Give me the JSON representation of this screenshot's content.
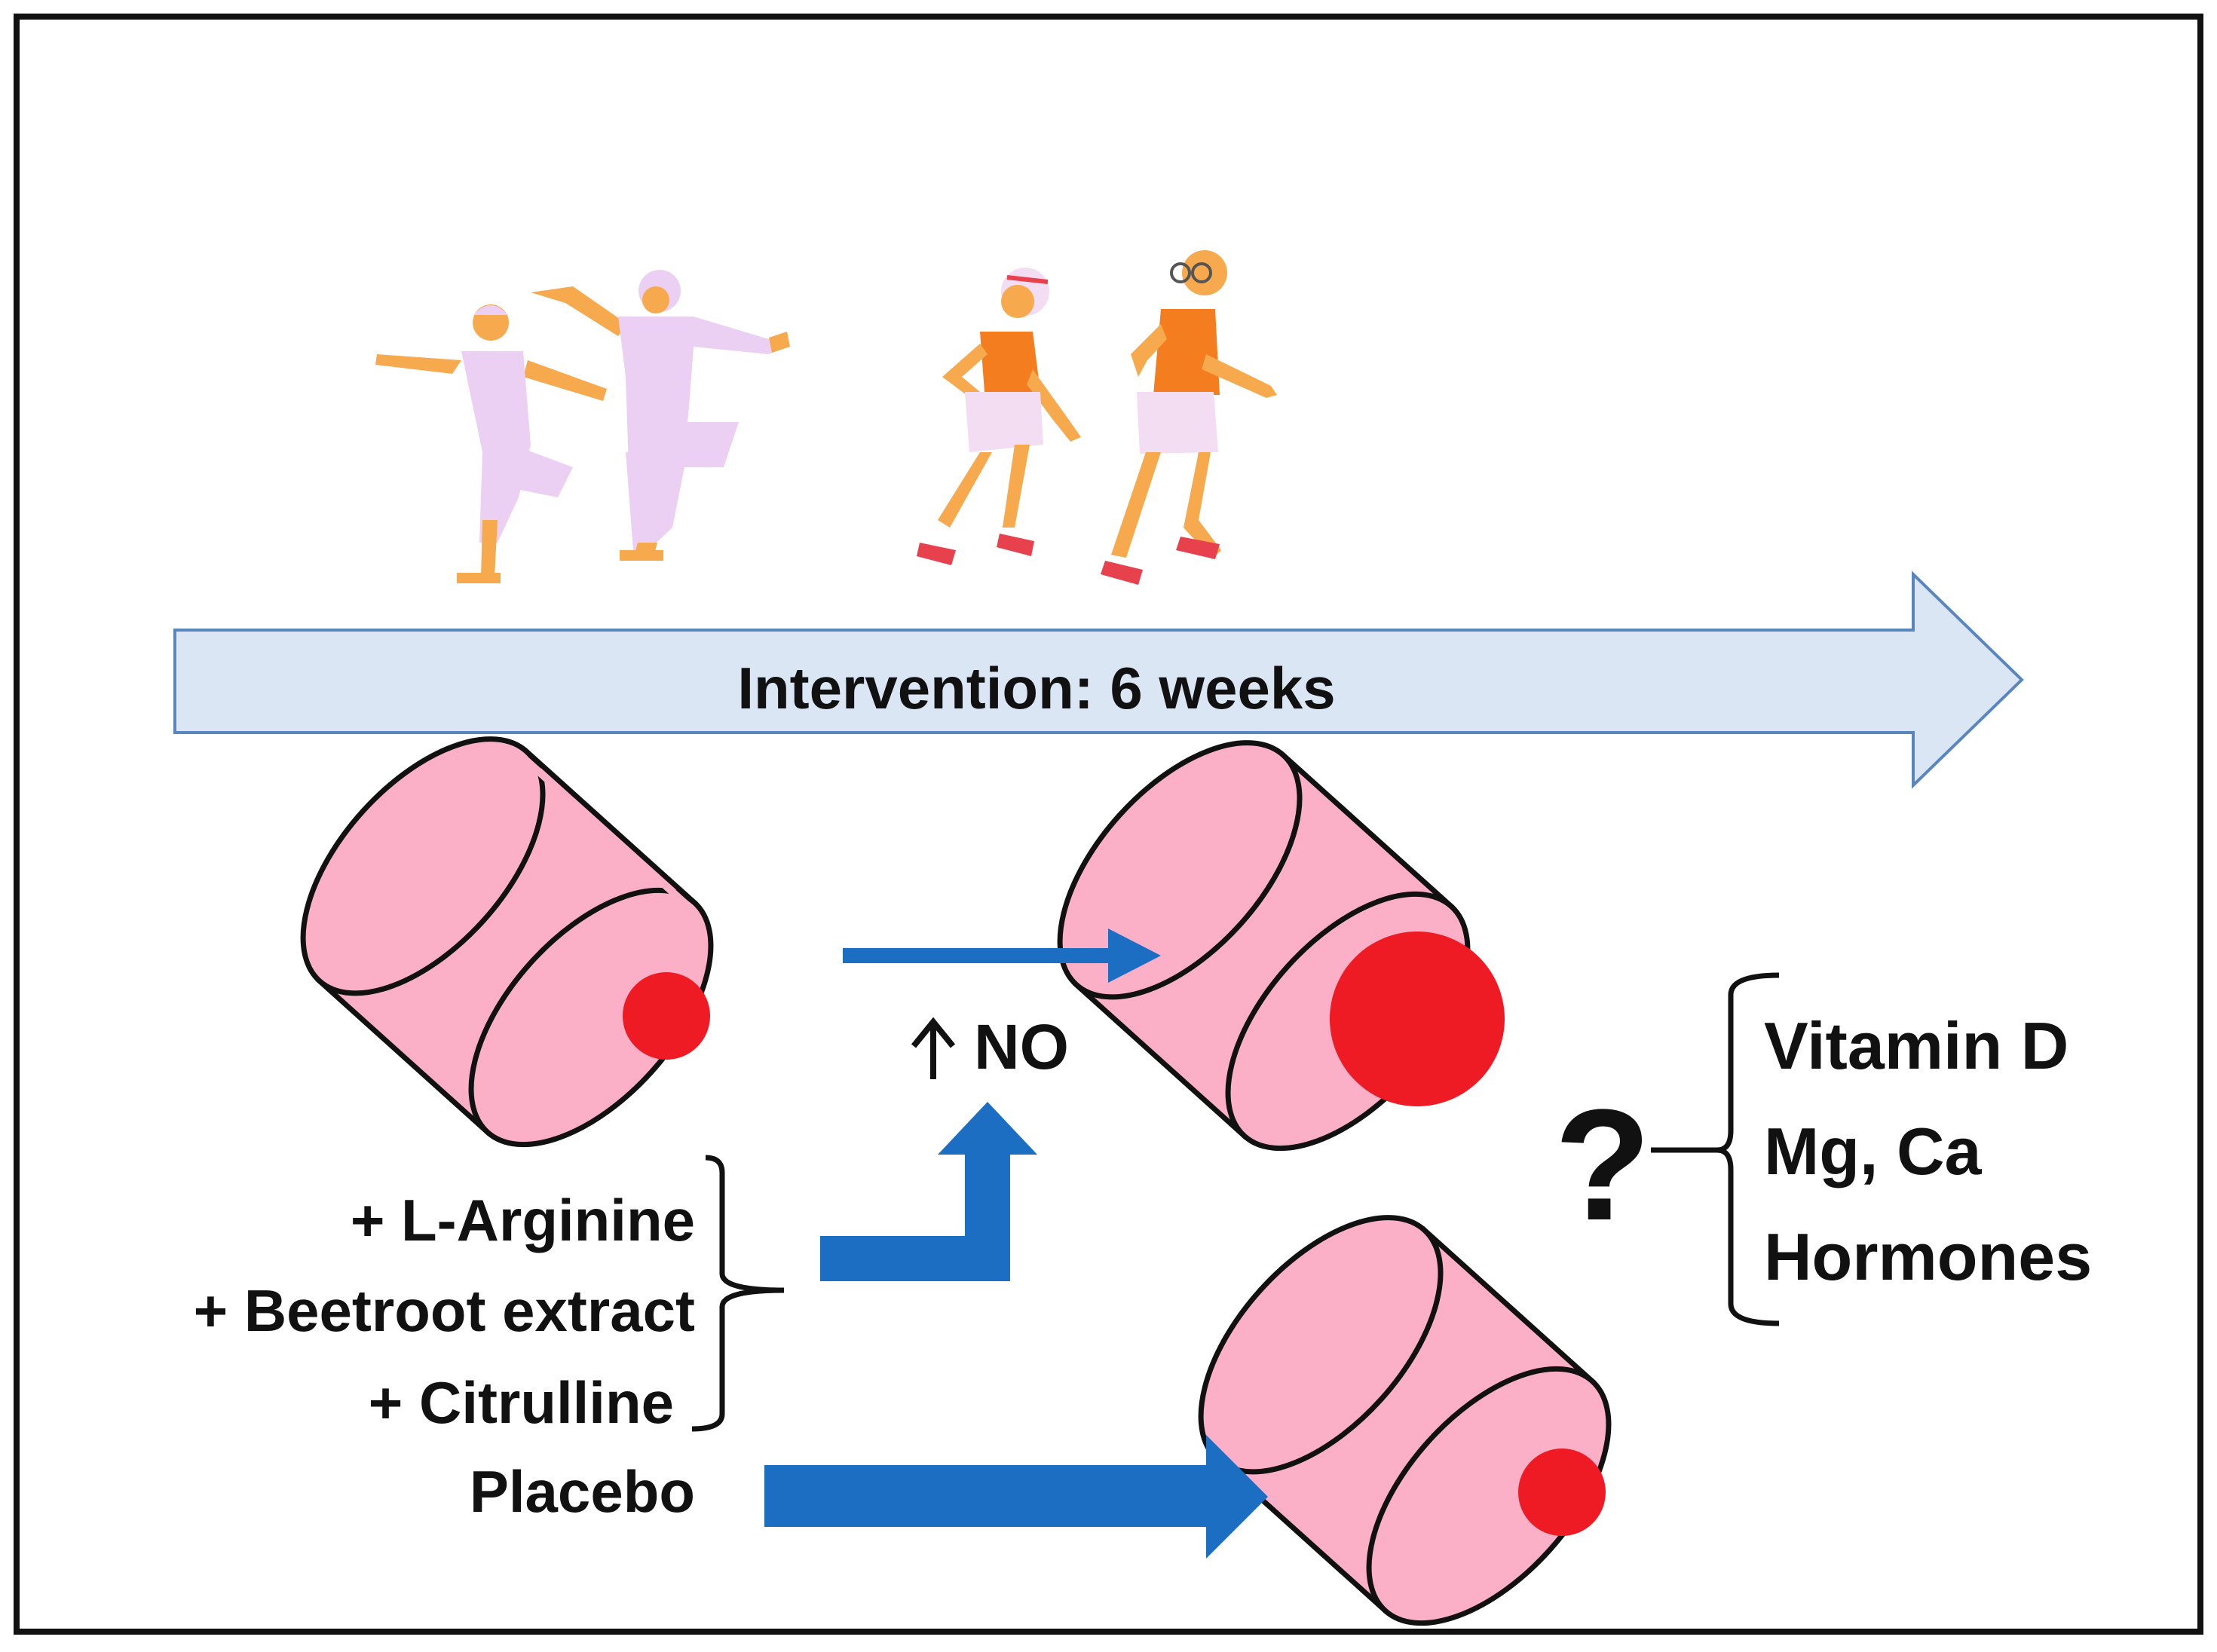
{
  "timeline": {
    "label": "Intervention: 6 weeks"
  },
  "supplements": {
    "items": [
      "+ L-Arginine",
      "+ Beetroot extract",
      "+ Citrulline"
    ],
    "placebo": "Placebo"
  },
  "effect": {
    "arrow_symbol": "↑",
    "label": "NO"
  },
  "factors": {
    "question": "?",
    "items": [
      "Vitamin D",
      "Mg, Ca",
      "Hormones"
    ]
  },
  "colors": {
    "frame": "#111111",
    "timeline_fill": "#dae6f4",
    "timeline_stroke": "#5a86c0",
    "arrow": "#1b6ec2",
    "vessel_wall": "#fbb0c8",
    "vessel_lumen": "#ee1b24",
    "skin": "#f7a94e",
    "taichi_clothes": "#ecd0f4",
    "jogger_top": "#f47d20",
    "jogger_shorts": "#f2ddf2"
  }
}
